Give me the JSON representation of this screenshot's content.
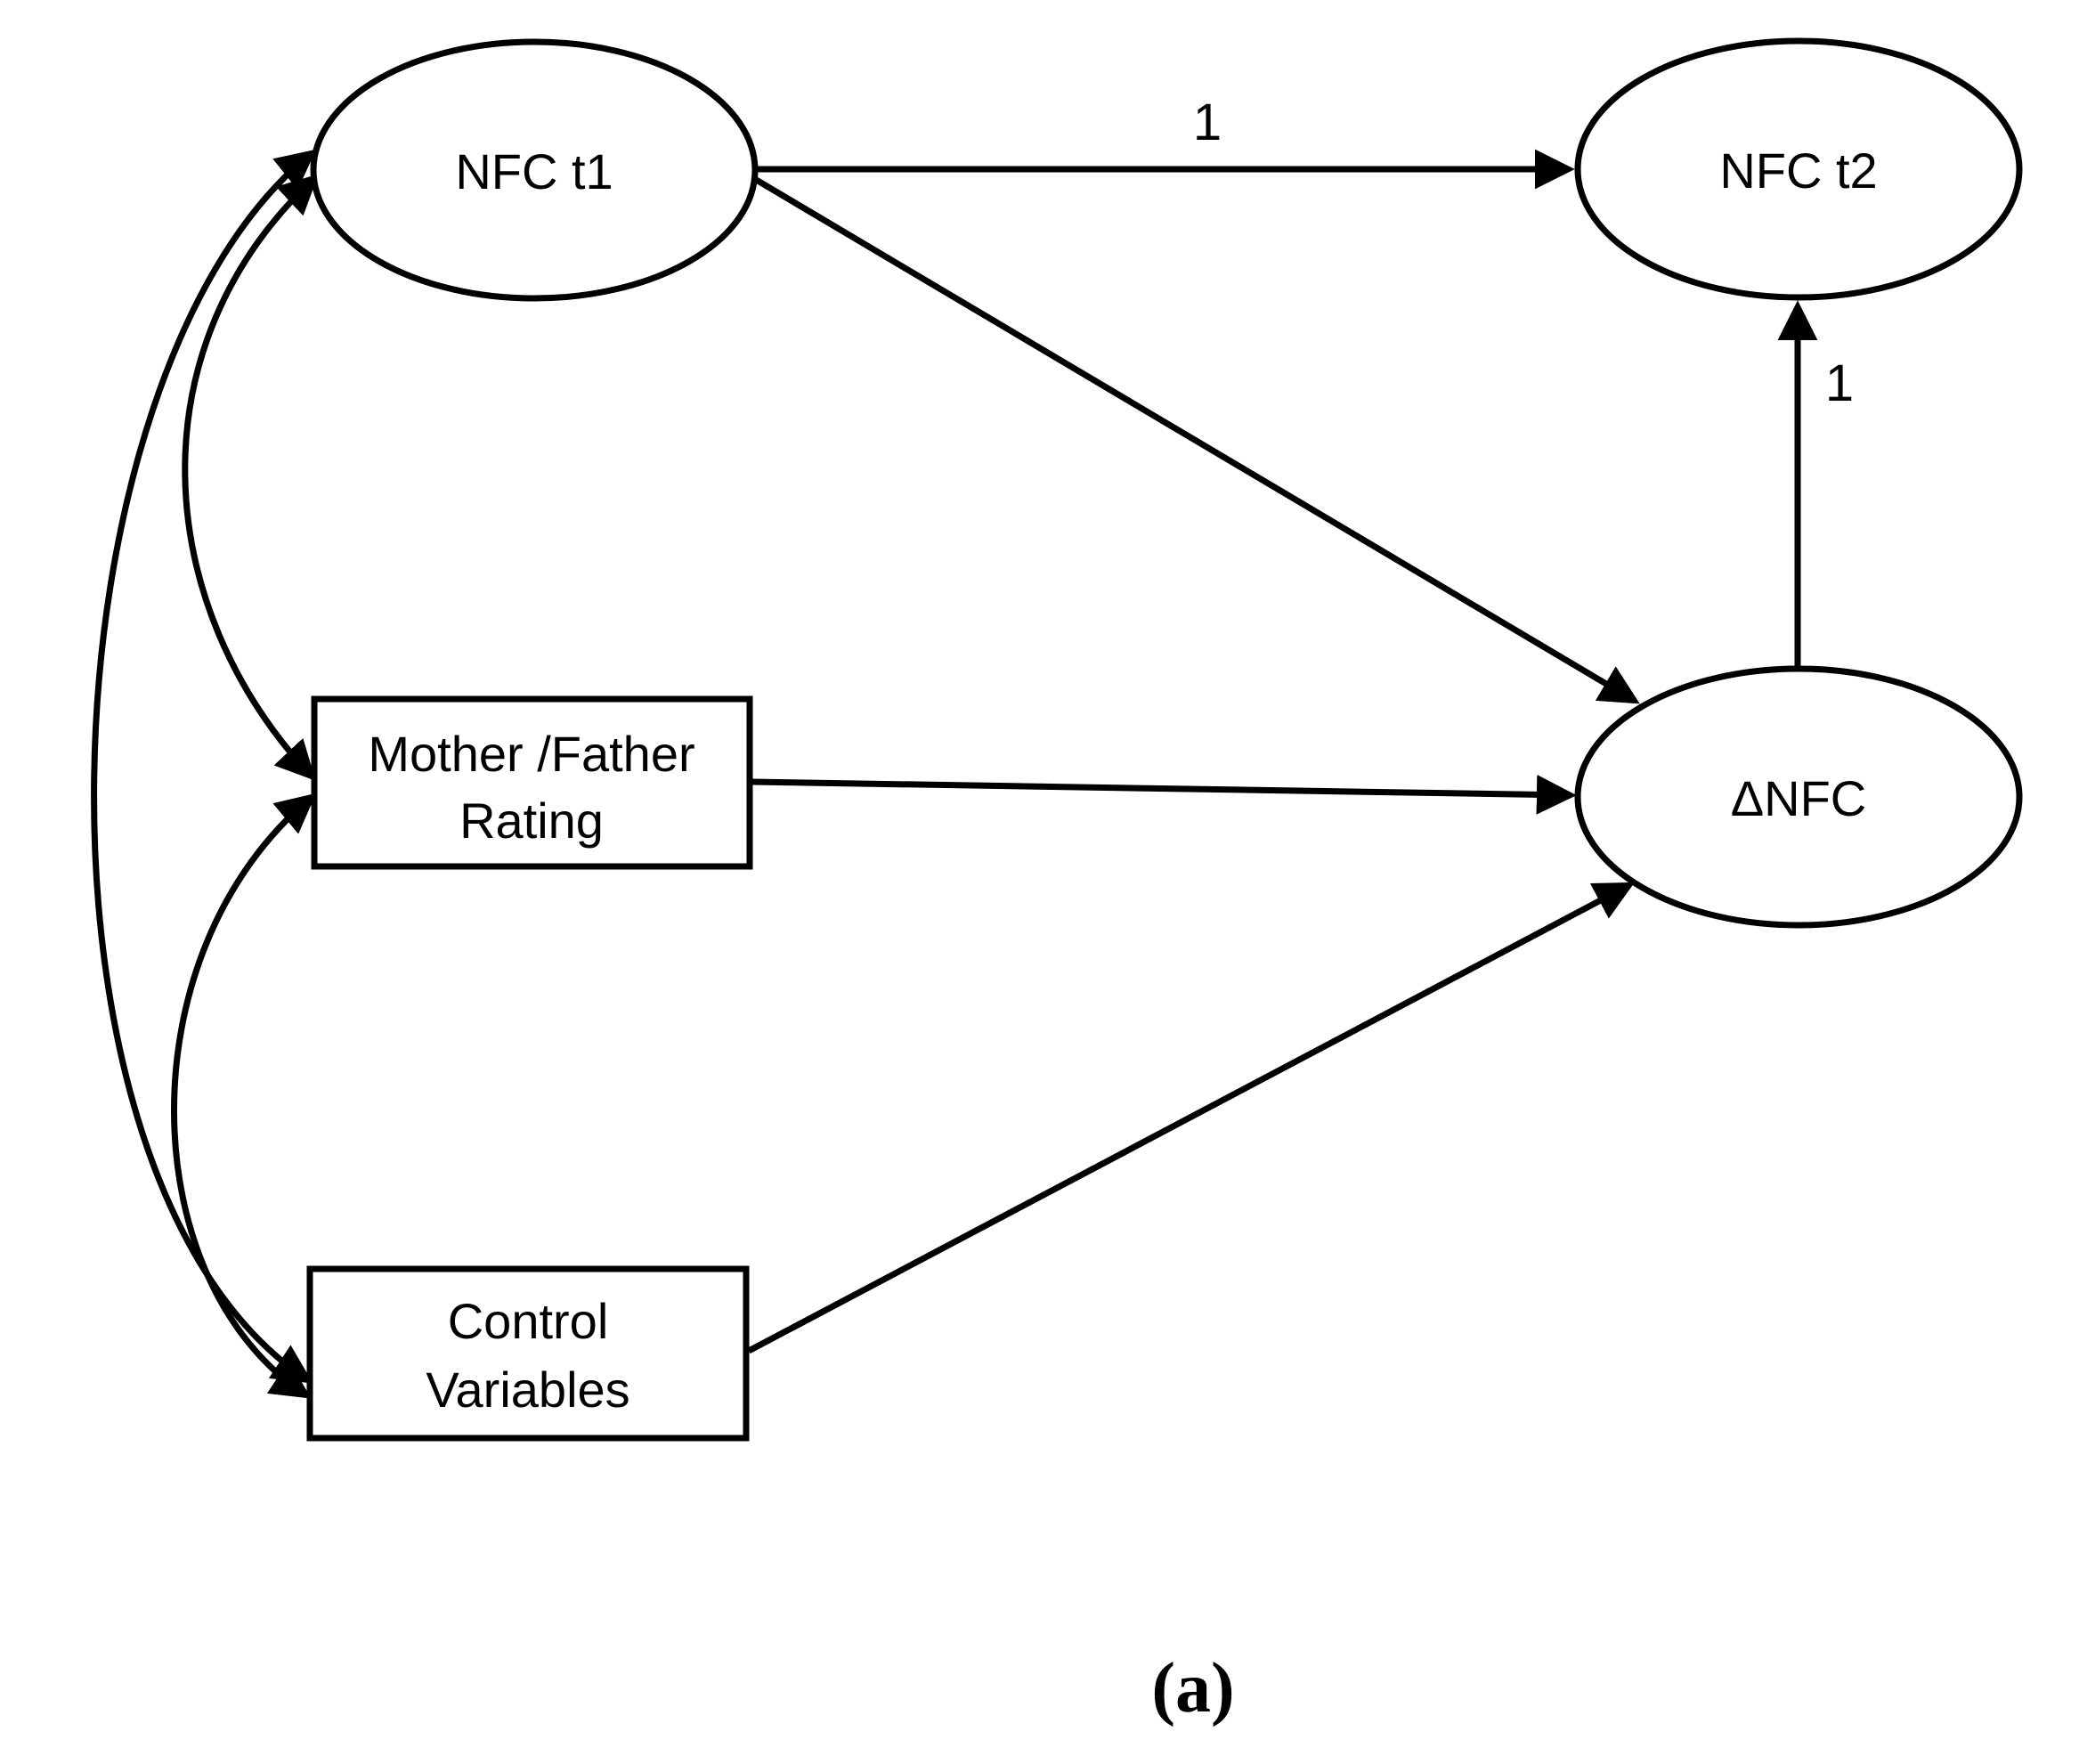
{
  "diagram": {
    "type": "sem-path-diagram",
    "colors": {
      "stroke": "#000000",
      "background": "#ffffff"
    },
    "nodes": {
      "nfc_t1": {
        "label": "NFC t1",
        "shape": "ellipse",
        "kind": "latent"
      },
      "nfc_t2": {
        "label": "NFC t2",
        "shape": "ellipse",
        "kind": "latent"
      },
      "delta_nfc": {
        "label": "ΔNFC",
        "shape": "ellipse",
        "kind": "latent"
      },
      "mother_father": {
        "label_line1": "Mother /Father",
        "label_line2": "Rating",
        "shape": "rect",
        "kind": "observed"
      },
      "control": {
        "label_line1": "Control",
        "label_line2": "Variables",
        "shape": "rect",
        "kind": "observed"
      }
    },
    "edges": [
      {
        "from": "NFC t1",
        "to": "NFC t2",
        "label": "1",
        "type": "directed"
      },
      {
        "from": "ΔNFC",
        "to": "NFC t2",
        "label": "1",
        "type": "directed"
      },
      {
        "from": "NFC t1",
        "to": "ΔNFC",
        "label": "",
        "type": "directed"
      },
      {
        "from": "Mother /Father Rating",
        "to": "ΔNFC",
        "label": "",
        "type": "directed"
      },
      {
        "from": "Control Variables",
        "to": "ΔNFC",
        "label": "",
        "type": "directed"
      },
      {
        "from": "NFC t1",
        "to": "Mother /Father Rating",
        "label": "",
        "type": "covariance"
      },
      {
        "from": "NFC t1",
        "to": "Control Variables",
        "label": "",
        "type": "covariance"
      },
      {
        "from": "Mother /Father Rating",
        "to": "Control Variables",
        "label": "",
        "type": "covariance"
      }
    ],
    "caption": "(a)"
  }
}
